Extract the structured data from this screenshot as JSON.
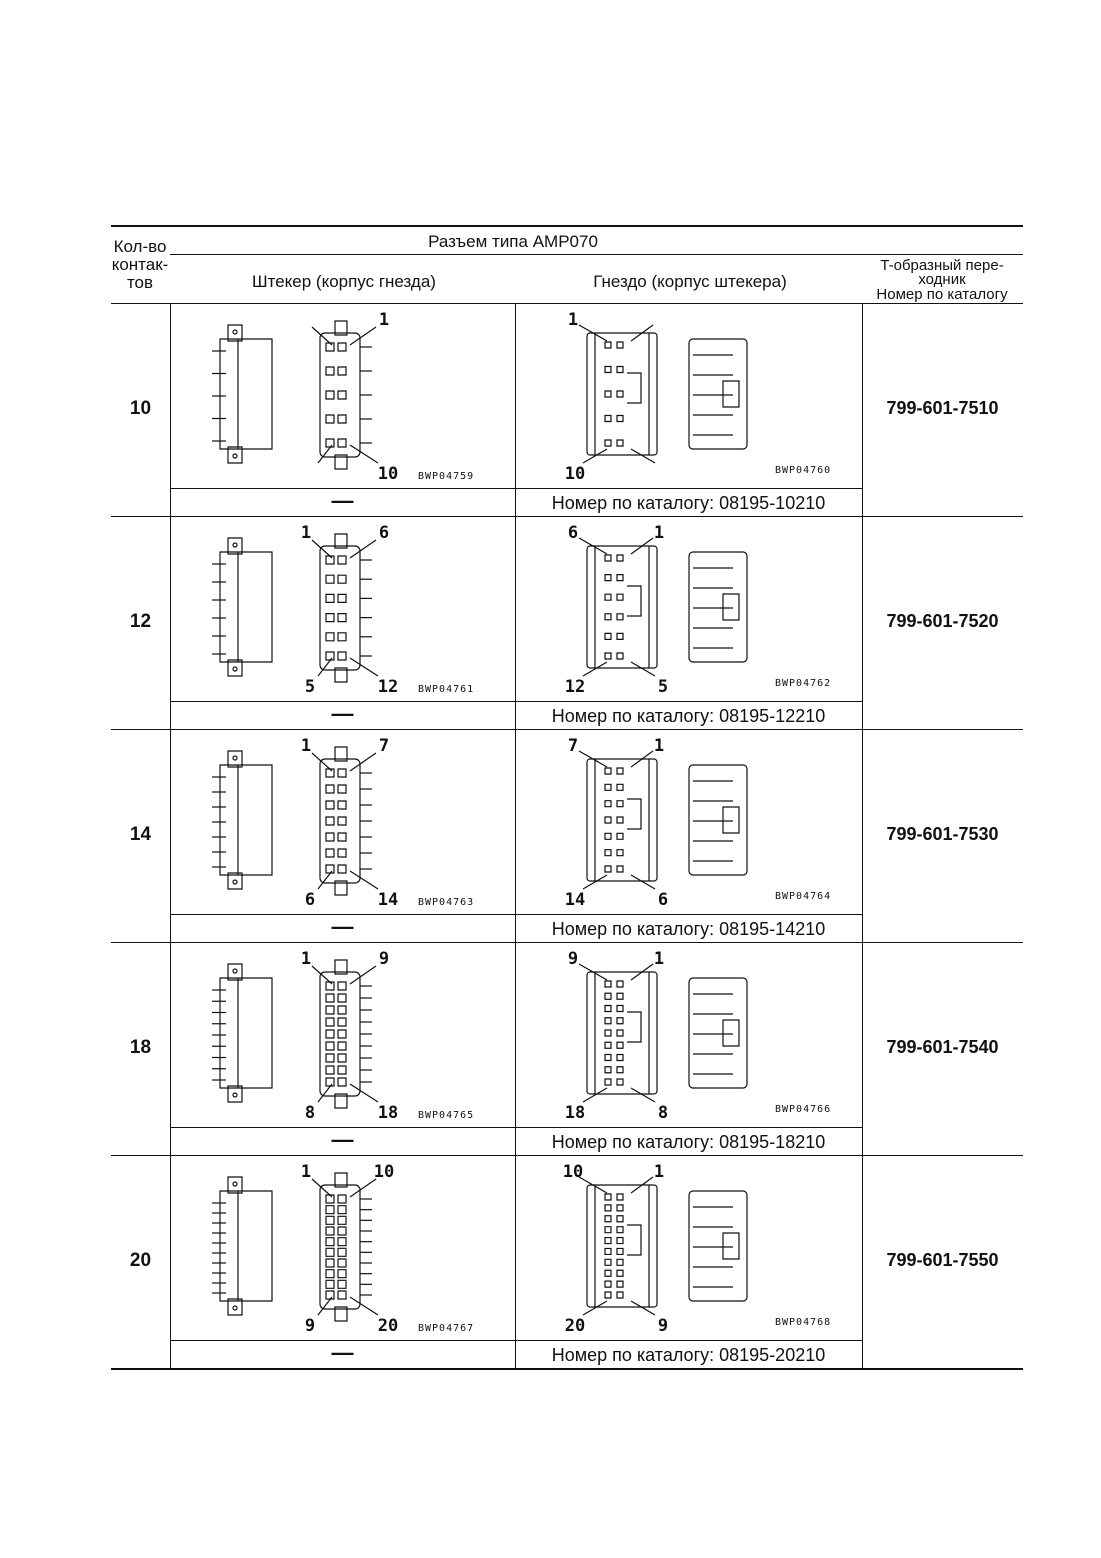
{
  "header": {
    "count_col": "Кол-во контак-тов",
    "count_lines": [
      "Кол-во",
      "контак-",
      "тов"
    ],
    "connector_type": "Разъем типа AMP070",
    "plug_col": "Штекер (корпус гнезда)",
    "socket_col": "Гнездо (корпус штекера)",
    "adapter_col_lines": [
      "T-образный пере-",
      "ходник",
      "Номер по каталогу"
    ]
  },
  "rows": [
    {
      "count": "10",
      "plug_labels": {
        "top_left": "",
        "top_right": "1",
        "bottom_left": "",
        "bottom_right": "10"
      },
      "plug_code": "BWP04759",
      "socket_labels": {
        "top_left": "1",
        "top_right": "",
        "bottom_left": "10",
        "bottom_right": ""
      },
      "socket_code": "BWP04760",
      "adapter_part": "799-601-7510",
      "plug_catalog": "—",
      "socket_catalog": "Номер по каталогу: 08195-10210"
    },
    {
      "count": "12",
      "plug_labels": {
        "top_left": "1",
        "top_right": "6",
        "bottom_left": "5",
        "bottom_right": "12"
      },
      "plug_code": "BWP04761",
      "socket_labels": {
        "top_left": "6",
        "top_right": "1",
        "bottom_left": "12",
        "bottom_right": "5"
      },
      "socket_code": "BWP04762",
      "adapter_part": "799-601-7520",
      "plug_catalog": "—",
      "socket_catalog": "Номер по каталогу: 08195-12210"
    },
    {
      "count": "14",
      "plug_labels": {
        "top_left": "1",
        "top_right": "7",
        "bottom_left": "6",
        "bottom_right": "14"
      },
      "plug_code": "BWP04763",
      "socket_labels": {
        "top_left": "7",
        "top_right": "1",
        "bottom_left": "14",
        "bottom_right": "6"
      },
      "socket_code": "BWP04764",
      "adapter_part": "799-601-7530",
      "plug_catalog": "—",
      "socket_catalog": "Номер по каталогу: 08195-14210"
    },
    {
      "count": "18",
      "plug_labels": {
        "top_left": "1",
        "top_right": "9",
        "bottom_left": "8",
        "bottom_right": "18"
      },
      "plug_code": "BWP04765",
      "socket_labels": {
        "top_left": "9",
        "top_right": "1",
        "bottom_left": "18",
        "bottom_right": "8"
      },
      "socket_code": "BWP04766",
      "adapter_part": "799-601-7540",
      "plug_catalog": "—",
      "socket_catalog": "Номер по каталогу: 08195-18210"
    },
    {
      "count": "20",
      "plug_labels": {
        "top_left": "1",
        "top_right": "10",
        "bottom_left": "9",
        "bottom_right": "20"
      },
      "plug_code": "BWP04767",
      "socket_labels": {
        "top_left": "10",
        "top_right": "1",
        "bottom_left": "20",
        "bottom_right": "9"
      },
      "socket_code": "BWP04768",
      "adapter_part": "799-601-7550",
      "plug_catalog": "—",
      "socket_catalog": "Номер по каталогу: 08195-20210"
    }
  ]
}
